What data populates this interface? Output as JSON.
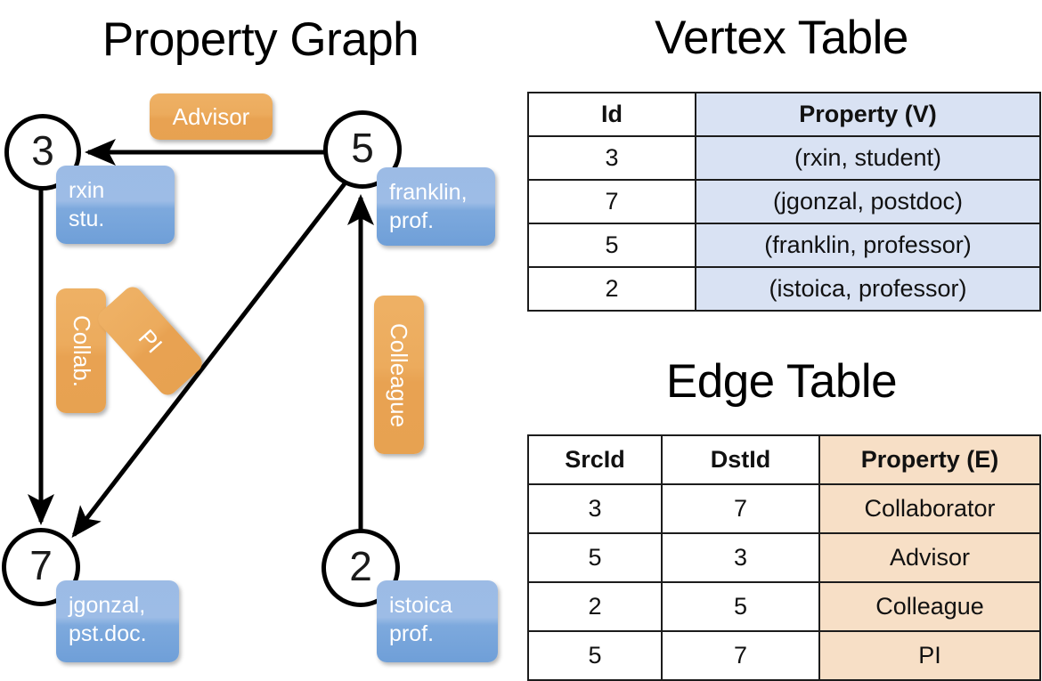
{
  "titles": {
    "property_graph": "Property Graph",
    "vertex_table": "Vertex Table",
    "edge_table": "Edge Table"
  },
  "graph": {
    "nodes": [
      {
        "id": "3",
        "property_lines": [
          "rxin",
          "stu."
        ]
      },
      {
        "id": "5",
        "property_lines": [
          "franklin,",
          "prof."
        ]
      },
      {
        "id": "7",
        "property_lines": [
          "jgonzal,",
          "pst.doc."
        ]
      },
      {
        "id": "2",
        "property_lines": [
          "istoica",
          "prof."
        ]
      }
    ],
    "edge_labels": [
      {
        "label": "Advisor",
        "orientation": "horizontal"
      },
      {
        "label": "Collab.",
        "orientation": "vertical"
      },
      {
        "label": "PI",
        "orientation": "diagonal"
      },
      {
        "label": "Colleague",
        "orientation": "vertical"
      }
    ],
    "edges": [
      {
        "src": "5",
        "dst": "3",
        "label": "Advisor"
      },
      {
        "src": "3",
        "dst": "7",
        "label": "Collab."
      },
      {
        "src": "5",
        "dst": "7",
        "label": "PI"
      },
      {
        "src": "2",
        "dst": "5",
        "label": "Colleague"
      }
    ]
  },
  "vertex_table": {
    "headers": [
      "Id",
      "Property (V)"
    ],
    "rows": [
      {
        "id": "3",
        "property": "(rxin, student)"
      },
      {
        "id": "7",
        "property": "(jgonzal, postdoc)"
      },
      {
        "id": "5",
        "property": "(franklin, professor)"
      },
      {
        "id": "2",
        "property": "(istoica, professor)"
      }
    ]
  },
  "edge_table": {
    "headers": [
      "SrcId",
      "DstId",
      "Property (E)"
    ],
    "rows": [
      {
        "src": "3",
        "dst": "7",
        "property": "Collaborator"
      },
      {
        "src": "5",
        "dst": "3",
        "property": "Advisor"
      },
      {
        "src": "2",
        "dst": "5",
        "property": "Colleague"
      },
      {
        "src": "5",
        "dst": "7",
        "property": "PI"
      }
    ]
  },
  "colors": {
    "vertex_header_fill": "#d9e2f3",
    "edge_header_fill": "#f7dfc6",
    "node_property_box": "#7da9dd",
    "edge_label_box": "#e8a252",
    "stroke": "#000000",
    "background": "#ffffff"
  }
}
